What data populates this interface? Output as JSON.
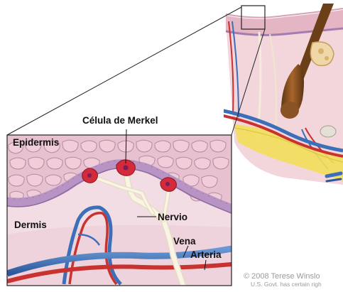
{
  "labels": {
    "merkel": "Célula de Merkel",
    "epidermis": "Epidermis",
    "dermis": "Dermis",
    "nervio": "Nervio",
    "vena": "Vena",
    "arteria": "Arteria"
  },
  "credit": {
    "line1": "© 2008 Terese Winslo",
    "line2": "U.S. Govt. has certain righ"
  },
  "colors": {
    "epidermis": "#e7c1cf",
    "cell_border": "#b58aa0",
    "basal_layer": "#b894c4",
    "dermis": "#f3dde4",
    "merkel_cell": "#d42b3a",
    "nerve": "#f6f2e4",
    "vein": "#3b6fb8",
    "artery": "#c8322f",
    "fat": "#f2df5a"
  }
}
